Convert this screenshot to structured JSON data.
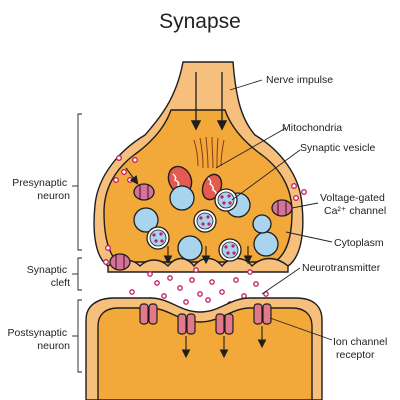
{
  "title": "Synapse",
  "labels": {
    "nerve_impulse": "Nerve impulse",
    "mitochondria": "Mitochondria",
    "synaptic_vesicle": "Synaptic vesicle",
    "voltage_gated_line1": "Voltage-gated",
    "voltage_gated_line2": "Ca²⁺ channel",
    "cytoplasm": "Cytoplasm",
    "neurotransmitter": "Neurotransmitter",
    "ion_channel_line1": "Ion channel",
    "ion_channel_line2": "receptor"
  },
  "sections": {
    "presynaptic_line1": "Presynaptic",
    "presynaptic_line2": "neuron",
    "cleft_line1": "Synaptic",
    "cleft_line2": "cleft",
    "postsynaptic_line1": "Postsynaptic",
    "postsynaptic_line2": "neuron"
  },
  "colors": {
    "membrane": "#f6c07c",
    "cytoplasm": "#f2a93a",
    "vesicle": "#a9d4ee",
    "mitochondria": "#e45a4e",
    "channel": "#d9709a",
    "receptor": "#e2788a",
    "dot": "#c41b6a"
  }
}
